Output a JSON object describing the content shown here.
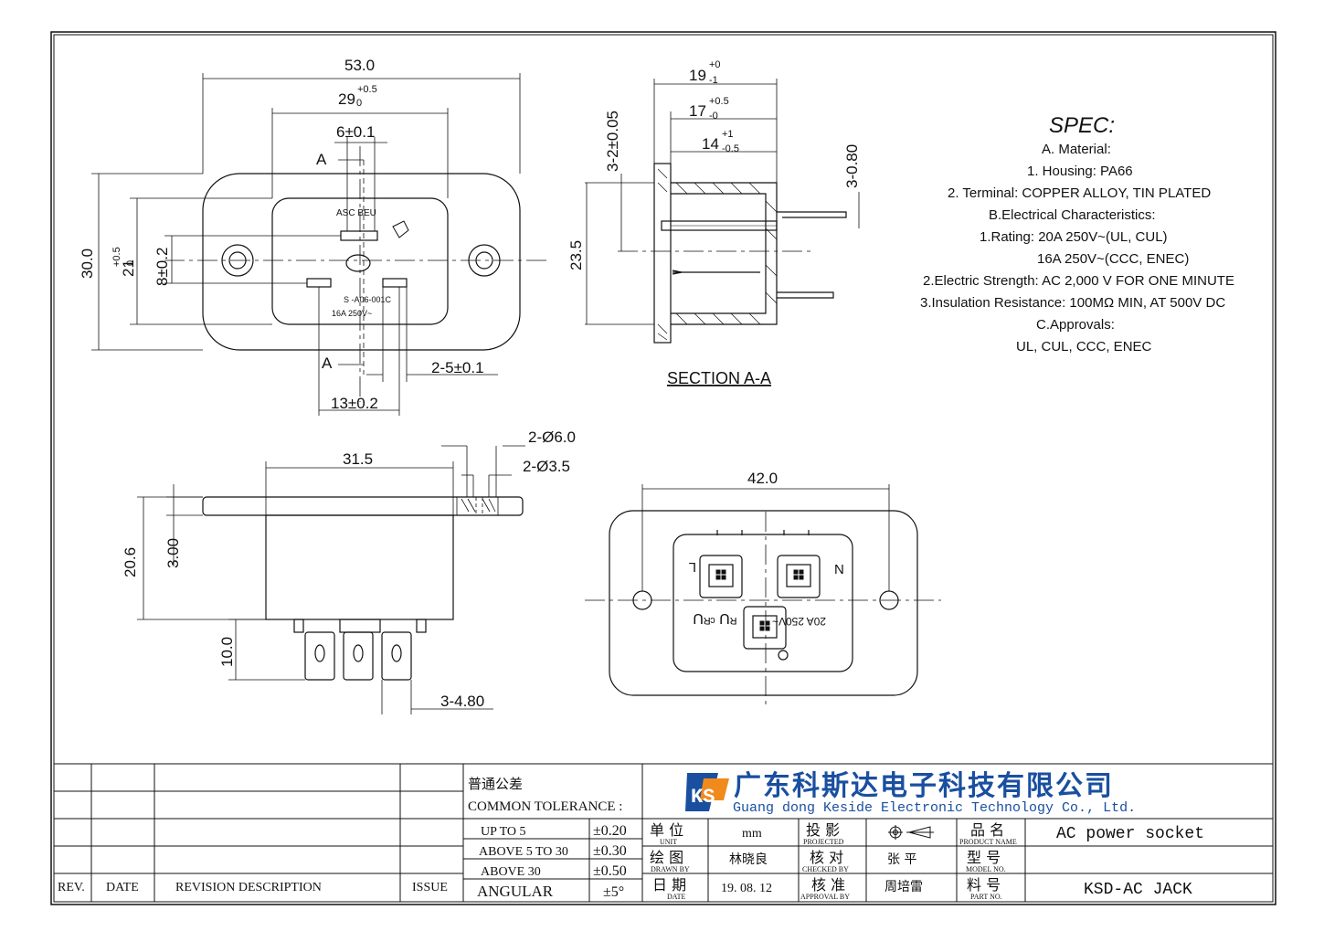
{
  "front_view": {
    "dim_width_overall": "53.0",
    "dim_width_inner": "29",
    "dim_width_inner_tol_top": "+0.5",
    "dim_width_inner_tol_bot": "0",
    "dim_center_pin": "6±0.1",
    "dim_height_overall": "30.0",
    "dim_height_inner": "21",
    "dim_height_inner_tol_top": "+0.5",
    "dim_height_inner_tol_bot": "0",
    "dim_pin_offset": "8±0.2",
    "dim_pin_width": "2-5±0.1",
    "dim_pin_spacing": "13±0.2",
    "section_mark_top": "A",
    "section_mark_bottom": "A",
    "marking_top": "ASC  BEU",
    "marking_bottom_1": "S -A06-001C",
    "marking_bottom_2": "16A 250V~"
  },
  "section_view": {
    "title": "SECTION A-A",
    "dim_depth_1": "19",
    "dim_depth_1_tol_top": "+0",
    "dim_depth_1_tol_bot": "-1",
    "dim_depth_2": "17",
    "dim_depth_2_tol_top": "+0.5",
    "dim_depth_2_tol_bot": "-0",
    "dim_depth_3": "14",
    "dim_depth_3_tol_top": "+1",
    "dim_depth_3_tol_bot": "-0.5",
    "dim_flange": "3-2±0.05",
    "dim_terminal": "3-0.80",
    "dim_height": "23.5"
  },
  "spec": {
    "title": "SPEC:",
    "lines": [
      "A. Material:",
      "1.  Housing:  PA66",
      "2.  Terminal: COPPER ALLOY, TIN PLATED",
      "B.Electrical Characteristics:",
      "1.Rating:  20A 250V~(UL, CUL)",
      "16A 250V~(CCC, ENEC)",
      "2.Electric Strength: AC 2,000 V FOR ONE MINUTE",
      "3.Insulation Resistance: 100MΩ MIN, AT 500V DC",
      "C.Approvals:",
      "UL, CUL, CCC, ENEC"
    ]
  },
  "side_view": {
    "dim_body_width": "31.5",
    "dim_hole_outer": "2-Ø6.0",
    "dim_hole_inner": "2-Ø3.5",
    "dim_height": "20.6",
    "dim_flange": "3.00",
    "dim_terminal_len": "10.0",
    "dim_terminal_width": "3-4.80"
  },
  "rear_view": {
    "dim_width": "42.0",
    "label_l": "L",
    "label_n": "N",
    "marking_1": "20A 250V~",
    "marking_2": "ᴿU ᶜᴿU"
  },
  "title_block": {
    "rev_header": "REV.",
    "date_header": "DATE",
    "desc_header": "REVISION  DESCRIPTION",
    "issue_header": "ISSUE",
    "tol_title_cn": "普通公差",
    "tol_title_en": "COMMON TOLERANCE :",
    "tolerances": [
      {
        "range": "UP TO 5",
        "value": "±0.20"
      },
      {
        "range": "ABOVE 5 TO 30",
        "value": "±0.30"
      },
      {
        "range": "ABOVE 30",
        "value": "±0.50"
      },
      {
        "range": "ANGULAR",
        "value": "±5°"
      }
    ],
    "company_cn": "广东科斯达电子科技有限公司",
    "company_en": "Guang dong Keside  Electronic Technology Co., Ltd.",
    "logo_letters": "KS",
    "unit_cn": "单 位",
    "unit_en": "UNIT",
    "unit_value": "mm",
    "projected_cn": "投 影",
    "projected_en": "PROJECTED",
    "drawn_cn": "绘 图",
    "drawn_en": "DRAWN BY",
    "drawn_value": "林晓良",
    "checked_cn": "核 对",
    "checked_en": "CHECKED BY",
    "checked_value": "张 平",
    "date_cn": "日 期",
    "date_en": "DATE",
    "date_value": "19. 08. 12",
    "approval_cn": "核 准",
    "approval_en": "APPROVAL BY",
    "approval_value": "周培雷",
    "product_cn": "品 名",
    "product_en": "PRODUCT NAME",
    "product_value": "AC power socket",
    "model_cn": "型 号",
    "model_en": "MODEL NO.",
    "model_value": "",
    "part_cn": "料 号",
    "part_en": "PART NO.",
    "part_value": "KSD-AC JACK"
  }
}
